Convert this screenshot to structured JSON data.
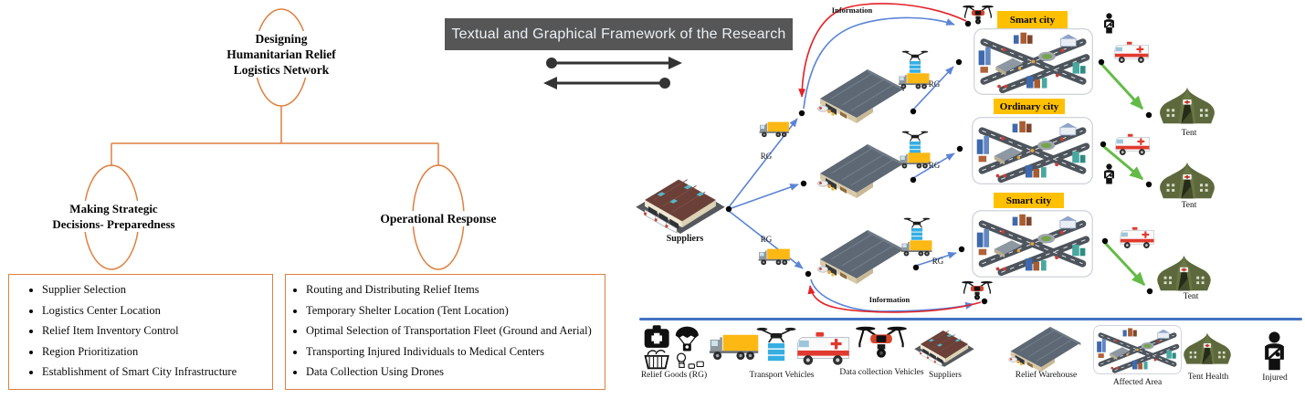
{
  "tree": {
    "root": {
      "label": "Designing\nHumanitarian Relief\nLogistics Network"
    },
    "strategic": {
      "label": "Making Strategic\nDecisions- Preparedness",
      "items": [
        "Supplier Selection",
        "Logistics Center Location",
        "Relief Item Inventory Control",
        "Region Prioritization",
        "Establishment of Smart City Infrastructure"
      ]
    },
    "operational": {
      "label": "Operational Response",
      "items": [
        "Routing and Distributing Relief Items",
        "Temporary Shelter Location (Tent Location)",
        "Optimal Selection of Transportation Fleet (Ground and Aerial)",
        "Transporting Injured Individuals to Medical Centers",
        "Data Collection Using Drones"
      ]
    }
  },
  "banner": {
    "title": "Textual and Graphical Framework of the Research"
  },
  "network": {
    "suppliers_label": "Suppliers",
    "rg_label": "RG",
    "information_label": "Information",
    "tent_label": "Tent",
    "cities": [
      {
        "label": "Smart city"
      },
      {
        "label": "Ordinary city"
      },
      {
        "label": "Smart city"
      }
    ]
  },
  "legend": {
    "items": [
      {
        "label": "Relief Goods (RG)"
      },
      {
        "label": "Transport Vehicles"
      },
      {
        "label": "Data collection Vehicles"
      },
      {
        "label": "Suppliers"
      },
      {
        "label": "Relief Warehouse"
      },
      {
        "label": "Affected Area"
      },
      {
        "label": "Tent Health"
      },
      {
        "label": "Injured"
      }
    ]
  },
  "colors": {
    "accent_orange": "#DF7F3F",
    "banner_bg": "#565656",
    "flow_blue": "#5B84D6",
    "info_red": "#E32227",
    "relief_green": "#63BB46",
    "city_label_yellow": "#FFC000",
    "legend_line_blue": "#4472C4"
  }
}
